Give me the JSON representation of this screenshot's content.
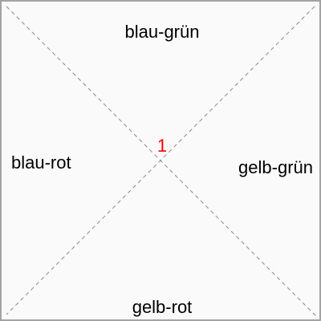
{
  "quadrant_labels": {
    "top": "blau-grün",
    "right": "gelb-grün",
    "bottom": "gelb-rot",
    "left": "blau-rot"
  },
  "center_marker": {
    "value": "1",
    "color": "#ff0000"
  },
  "colors": {
    "background": "#fafafa",
    "border": "#a3a3a3",
    "diagonal_lines": "#8a8a8a",
    "label_text": "#000000"
  }
}
